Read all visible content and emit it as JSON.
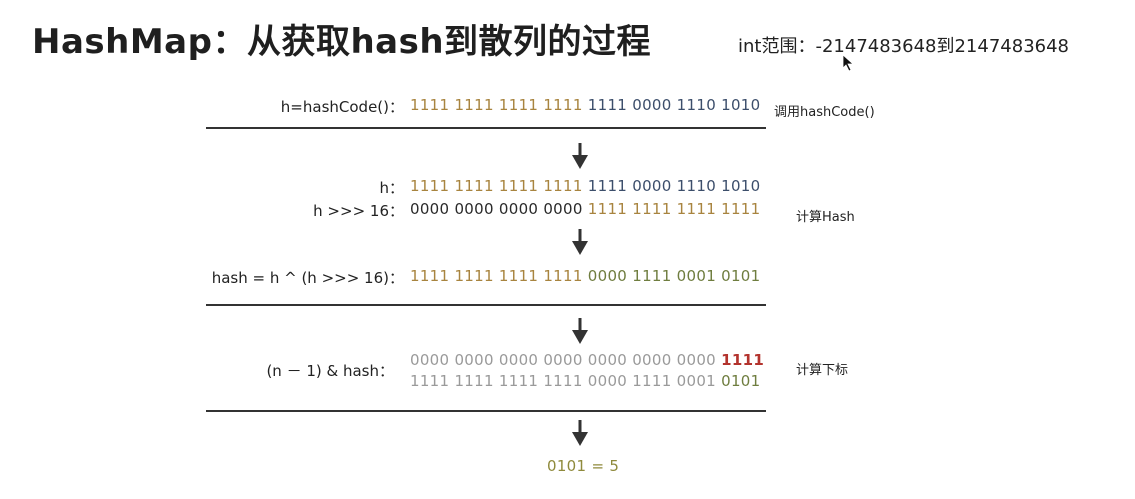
{
  "title": "HashMap：从获取hash到散列的过程",
  "int_range": "int范围：-2147483648到2147483648",
  "rows": {
    "hashcode": {
      "label": "h=hashCode()：",
      "bits_a": "1111 1111 1111 1111",
      "bits_b": "1111 0000 1110 1010",
      "side": "调用hashCode()"
    },
    "h": {
      "label": "h：",
      "bits_a": "1111 1111 1111 1111",
      "bits_b": "1111 0000 1110 1010"
    },
    "shift": {
      "label": "h >>> 16：",
      "bits_a": "0000 0000 0000 0000",
      "bits_b": "1111 1111 1111 1111",
      "side": "计算Hash"
    },
    "hash": {
      "label": "hash = h ^ (h >>> 16)：",
      "bits_a": "1111 1111 1111 1111",
      "bits_b": "0000 1111 0001 0101"
    },
    "mask": {
      "label": "(n － 1) & hash：",
      "line1_a": "0000 0000 0000 0000 0000 0000 0000",
      "line1_b": "1111",
      "line2_a": "1111 1111 1111 1111 0000 1111 0001",
      "line2_b": "0101",
      "side": "计算下标"
    },
    "result": {
      "text": "0101 = 5"
    }
  },
  "icons": [
    "arrow-down-icon",
    "cursor-icon"
  ]
}
